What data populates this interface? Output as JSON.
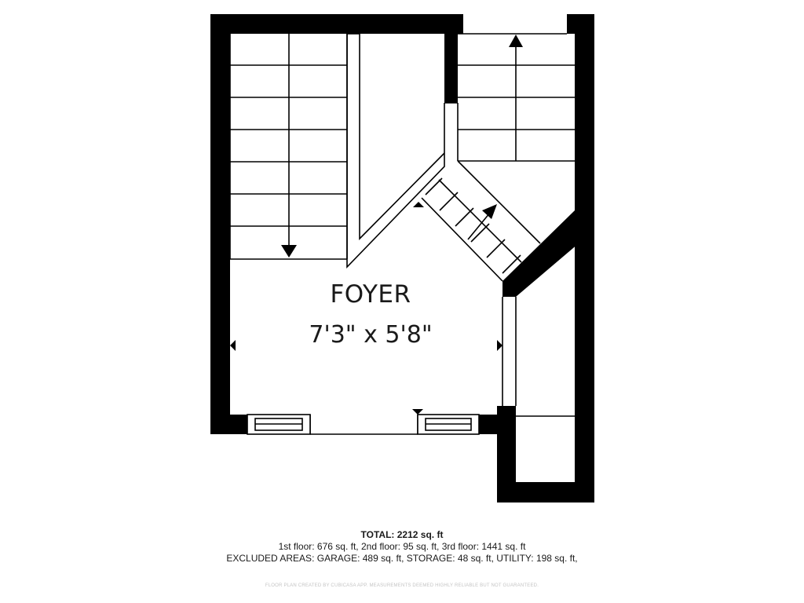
{
  "room": {
    "name": "FOYER",
    "dimensions": "7'3\" x 5'8\""
  },
  "totals": {
    "total": "TOTAL: 2212 sq. ft",
    "floors": "1st floor: 676 sq. ft, 2nd floor: 95 sq. ft, 3rd floor: 1441 sq. ft",
    "excluded": "EXCLUDED AREAS: GARAGE: 489 sq. ft, STORAGE: 48 sq. ft, UTILITY: 198 sq. ft,"
  },
  "credit": "FLOOR PLAN CREATED BY CUBICASA APP. MEASUREMENTS DEEMED HIGHLY RELIABLE BUT NOT GUARANTEED.",
  "colors": {
    "wall": "#000000",
    "line": "#000000",
    "background": "#ffffff"
  }
}
